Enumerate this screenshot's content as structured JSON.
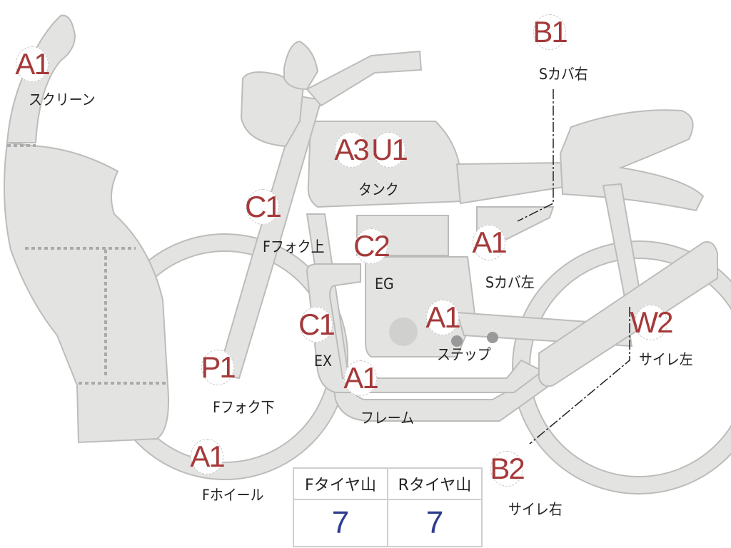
{
  "colors": {
    "part_fill": "#e3e3e1",
    "part_stroke": "#bcbcba",
    "code": "#a5393a",
    "tire_value": "#2e3d8f"
  },
  "markers": [
    {
      "code": "A1",
      "label": "スクリーン"
    },
    {
      "code": "B1",
      "label": "Sカバ右"
    },
    {
      "code": "A3",
      "label": "タンク"
    },
    {
      "code": "U1",
      "label": ""
    },
    {
      "code": "C1",
      "label": "Fフォク上"
    },
    {
      "code": "C2",
      "label": "EG"
    },
    {
      "code": "A1",
      "label": "Sカバ左"
    },
    {
      "code": "C1",
      "label": "EX"
    },
    {
      "code": "A1",
      "label": "ステップ"
    },
    {
      "code": "W2",
      "label": "サイレ左"
    },
    {
      "code": "P1",
      "label": "Fフォク下"
    },
    {
      "code": "A1",
      "label": "フレーム"
    },
    {
      "code": "A1",
      "label": "Fホイール"
    },
    {
      "code": "B2",
      "label": "サイレ右"
    }
  ],
  "tires": {
    "front_label": "Fタイヤ山",
    "rear_label": "Rタイヤ山",
    "front_value": "7",
    "rear_value": "7"
  }
}
